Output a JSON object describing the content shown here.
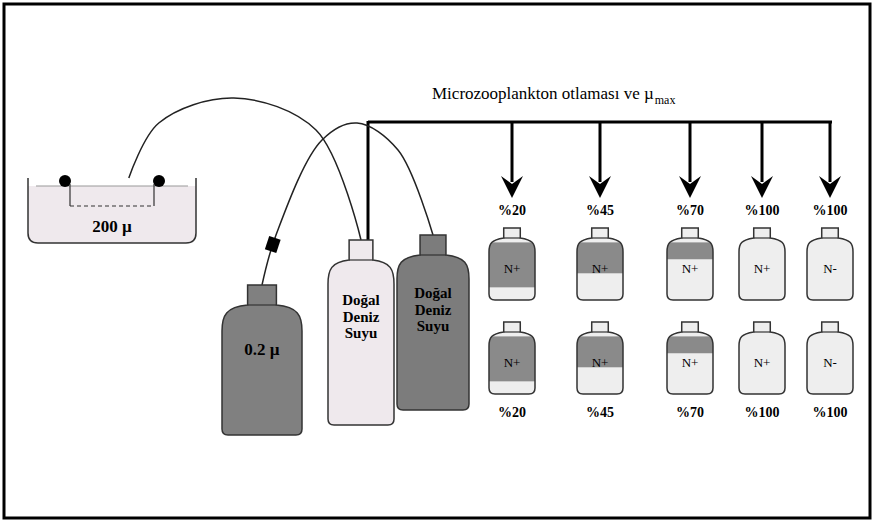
{
  "diagram": {
    "title": "Microzooplankton otlaması ve µ",
    "nodes": [
      {
        "text": [
          "200 µ"
        ]
      },
      {
        "text": [
          "0.2 µ"
        ]
      },
      {
        "text": [
          "Doğal Deniz Suyu"
        ]
      },
      {
        "text": [
          "Doğal Deniz Suyu"
        ]
      },
      {
        "text": [
          "N+"
        ]
      },
      {
        "text": [
          "N+"
        ]
      },
      {
        "text": [
          "N+"
        ]
      },
      {
        "text": [
          "N+"
        ]
      },
      {
        "text": [
          "N-"
        ]
      },
      {
        "text": [
          "N+"
        ]
      },
      {
        "text": [
          "N+"
        ]
      },
      {
        "text": [
          "N+"
        ]
      },
      {
        "text": [
          "N+"
        ]
      },
      {
        "text": [
          "N-"
        ]
      }
    ],
    "edges": [
      {
        "from": 0,
        "to": 2,
        "arrow": "none"
      },
      {
        "from": 1,
        "to": 3,
        "arrow": "none"
      }
    ],
    "labels": [
      "max",
      "%20",
      "%45",
      "%70",
      "%100",
      "%100",
      "%20",
      "%45",
      "%70",
      "%100",
      "%100"
    ]
  }
}
